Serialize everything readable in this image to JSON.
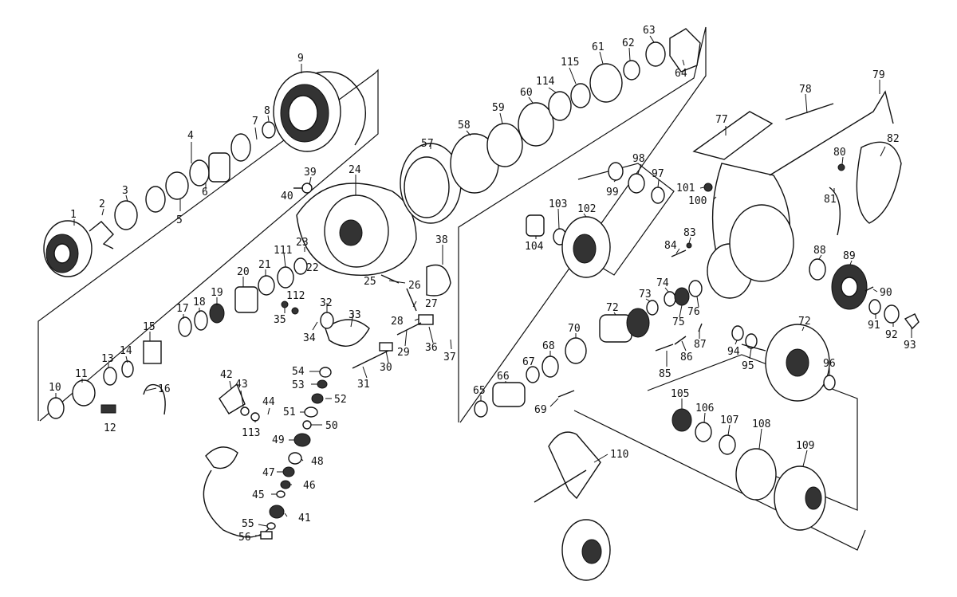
{
  "labels": {
    "l1": "1",
    "l2": "2",
    "l3": "3",
    "l4": "4",
    "l5": "5",
    "l6": "6",
    "l7": "7",
    "l8": "8",
    "l9": "9",
    "l10": "10",
    "l11": "11",
    "l12": "12",
    "l13": "13",
    "l14": "14",
    "l15": "15",
    "l16": "16",
    "l17": "17",
    "l18": "18",
    "l19": "19",
    "l20": "20",
    "l21": "21",
    "l22": "22",
    "l23": "23",
    "l24": "24",
    "l25": "25",
    "l26": "26",
    "l27": "27",
    "l28": "28",
    "l29": "29",
    "l30": "30",
    "l31": "31",
    "l32": "32",
    "l33": "33",
    "l34": "34",
    "l35": "35",
    "l36": "36",
    "l37": "37",
    "l38": "38",
    "l39": "39",
    "l40": "40",
    "l41": "41",
    "l42": "42",
    "l43": "43",
    "l44": "44",
    "l45": "45",
    "l46": "46",
    "l47": "47",
    "l48": "48",
    "l49": "49",
    "l50": "50",
    "l51": "51",
    "l52": "52",
    "l53": "53",
    "l54": "54",
    "l55": "55",
    "l56": "56",
    "l57": "57",
    "l58": "58",
    "l59": "59",
    "l60": "60",
    "l61": "61",
    "l62": "62",
    "l63": "63",
    "l64": "64",
    "l65": "65",
    "l66": "66",
    "l67": "67",
    "l68": "68",
    "l69": "69",
    "l70": "70",
    "l72a": "72",
    "l72b": "72",
    "l73": "73",
    "l74": "74",
    "l75": "75",
    "l76": "76",
    "l77": "77",
    "l78": "78",
    "l79": "79",
    "l80": "80",
    "l81": "81",
    "l82": "82",
    "l83": "83",
    "l84": "84",
    "l85": "85",
    "l86": "86",
    "l87": "87",
    "l88": "88",
    "l89": "89",
    "l90": "90",
    "l91": "91",
    "l92": "92",
    "l93": "93",
    "l94": "94",
    "l95": "95",
    "l96": "96",
    "l97": "97",
    "l98": "98",
    "l99": "99",
    "l100": "100",
    "l101": "101",
    "l102": "102",
    "l103": "103",
    "l104": "104",
    "l105": "105",
    "l106": "106",
    "l107": "107",
    "l108": "108",
    "l109": "109",
    "l110": "110",
    "l111": "111",
    "l112": "112",
    "l113": "113",
    "l114": "114",
    "l115": "115"
  }
}
